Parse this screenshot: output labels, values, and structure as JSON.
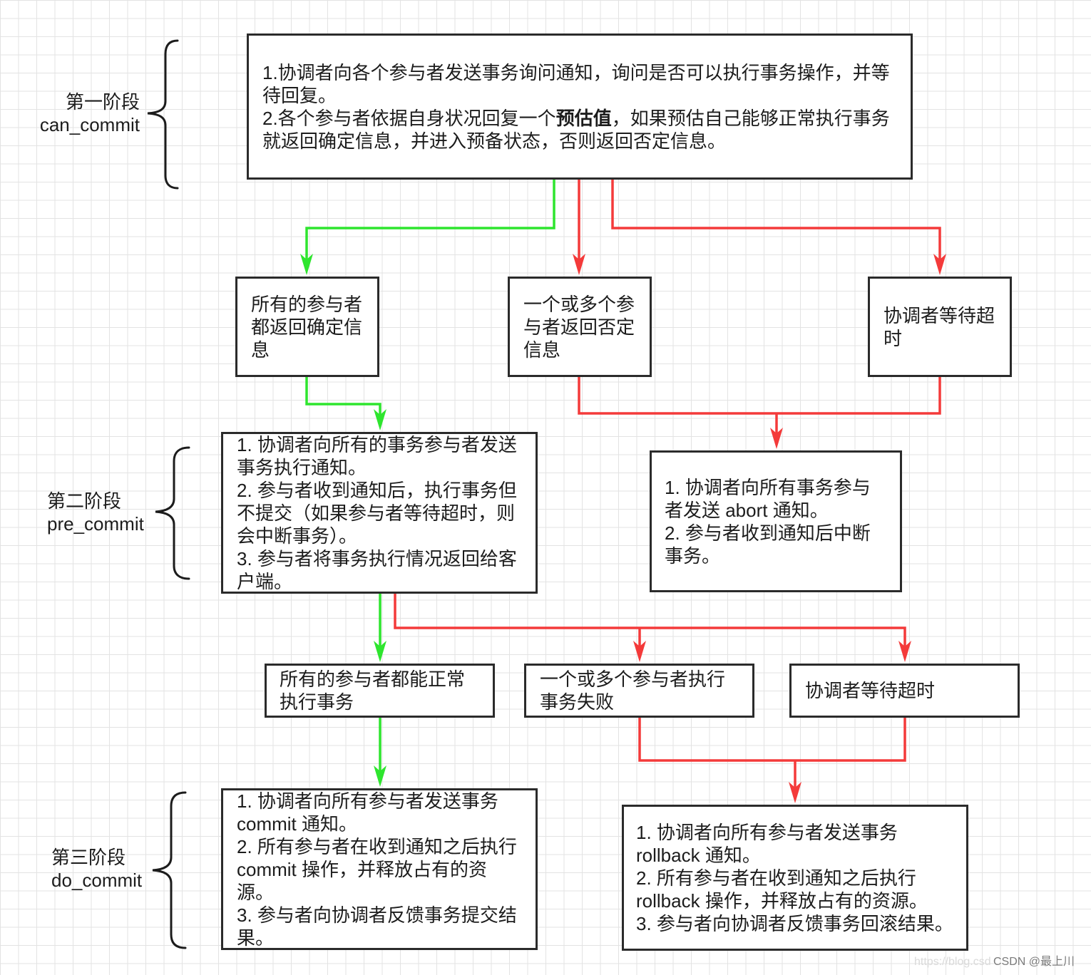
{
  "colors": {
    "success_connector": "#2ee52e",
    "failure_connector": "#f43a3a",
    "box_border": "#2b2b2b",
    "text": "#1c1c1c",
    "grid": "#e3e3e3"
  },
  "stages": {
    "can_commit": {
      "name": "第一阶段",
      "code": "can_commit"
    },
    "pre_commit": {
      "name": "第二阶段",
      "code": "pre_commit"
    },
    "do_commit": {
      "name": "第三阶段",
      "code": "do_commit"
    }
  },
  "nodes": {
    "query": {
      "lines": [
        "1.协调者向各个参与者发送事务询问通知，询问是否可以执行事务操作，并等",
        "待回复。",
        {
          "before": "2.各个参与者依据自身状况回复一个",
          "bold": "预估值",
          "after": "，如果预估自己能够正常执行事务"
        },
        "就返回确定信息，并进入预备状态，否则返回否定信息。"
      ]
    },
    "all_yes": {
      "lines": [
        "所有的参与者",
        "都返回确定信",
        "息"
      ]
    },
    "any_no": {
      "lines": [
        "一个或多个参",
        "与者返回否定",
        "信息"
      ]
    },
    "timeout_1": {
      "lines": [
        "协调者等待超",
        "时"
      ]
    },
    "pre_commit": {
      "lines": [
        "1. 协调者向所有的事务参与者发送",
        "事务执行通知。",
        "2. 参与者收到通知后，执行事务但",
        "不提交（如果参与者等待超时，则",
        "会中断事务）。",
        "3. 参与者将事务执行情况返回给客",
        "户端。"
      ]
    },
    "abort": {
      "lines": [
        "1. 协调者向所有事务参与",
        "者发送 abort 通知。",
        "2. 参与者收到通知后中断",
        "事务。"
      ]
    },
    "all_ok": {
      "lines": [
        "所有的参与者都能正常",
        "执行事务"
      ]
    },
    "any_fail": {
      "lines": [
        "一个或多个参与者执行",
        "事务失败"
      ]
    },
    "timeout_2": {
      "lines": [
        "协调者等待超时"
      ]
    },
    "do_commit": {
      "lines": [
        "1. 协调者向所有参与者发送事务",
        "commit 通知。",
        "2. 所有参与者在收到通知之后执行",
        "commit 操作，并释放占有的资",
        "源。",
        "3. 参与者向协调者反馈事务提交结",
        "果。"
      ]
    },
    "rollback": {
      "lines": [
        "1. 协调者向所有参与者发送事务",
        "rollback 通知。",
        "2. 所有参与者在收到通知之后执行",
        "rollback 操作，并释放占有的资源。",
        "3. 参与者向协调者反馈事务回滚结果。"
      ]
    }
  },
  "watermark": {
    "url_fragment": "https://blog.csd",
    "text": "CSDN @最上川"
  }
}
